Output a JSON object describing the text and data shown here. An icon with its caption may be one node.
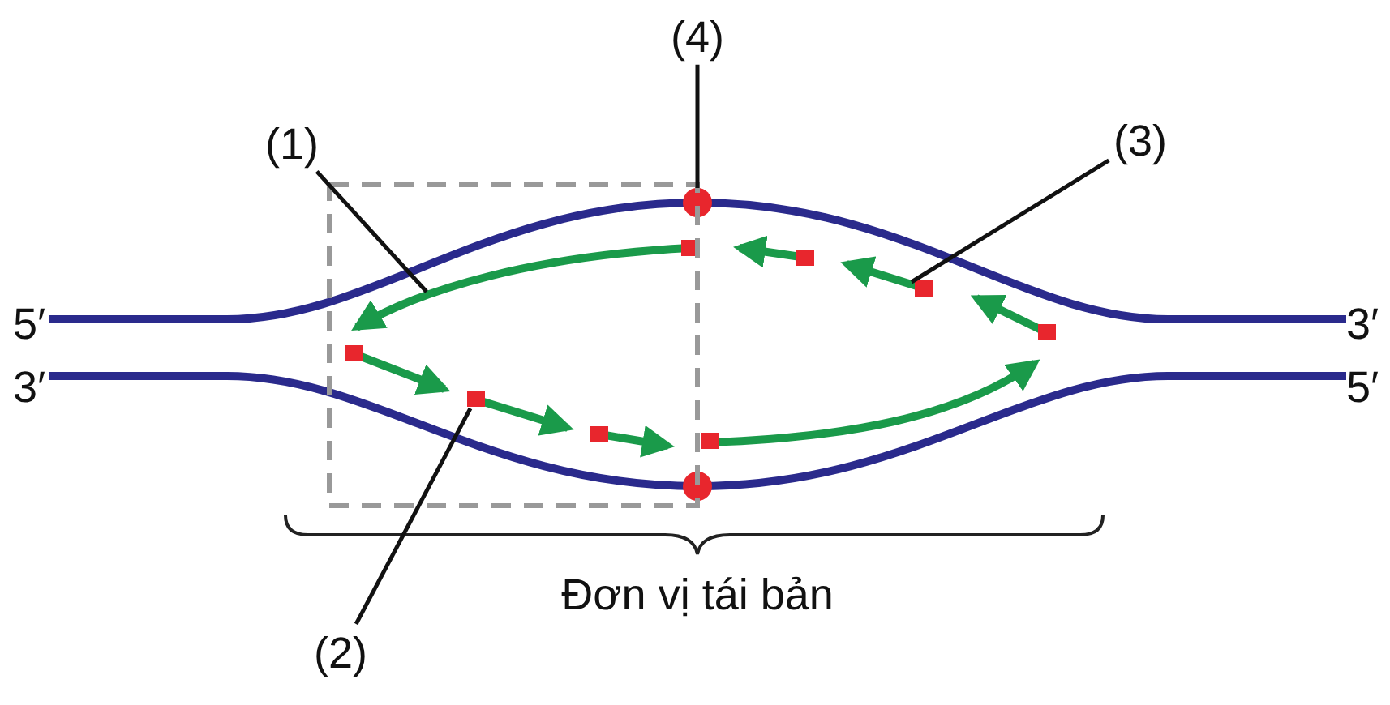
{
  "diagram": {
    "nodes": [
      {
        "text": [
          "(4)"
        ]
      },
      {
        "text": [
          "(1)"
        ]
      },
      {
        "text": [
          "(3)"
        ]
      },
      {
        "text": [
          "(2)"
        ]
      }
    ],
    "edges": [
      {
        "from": 0,
        "to": null,
        "arrow": "none"
      },
      {
        "from": 1,
        "to": null,
        "arrow": "none"
      },
      {
        "from": 2,
        "to": null,
        "arrow": "none"
      },
      {
        "from": 3,
        "to": null,
        "arrow": "none"
      }
    ],
    "labels": [
      "5′",
      "3′",
      "3′",
      "5′",
      "Đơn vị tái bản"
    ]
  }
}
